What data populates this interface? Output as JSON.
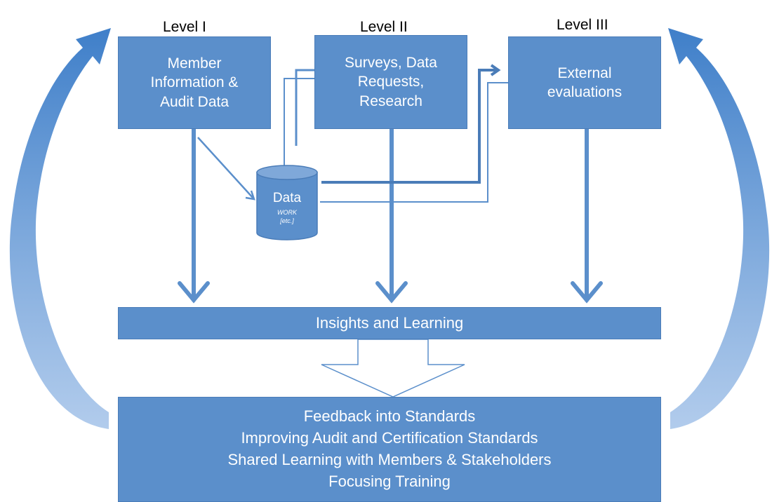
{
  "levels": {
    "level1_label": "Level I",
    "level2_label": "Level II",
    "level3_label": "Level III"
  },
  "boxes": {
    "member_info": "Member\nInformation &\nAudit Data",
    "surveys": "Surveys, Data\nRequests,\nResearch",
    "external": "External\nevaluations"
  },
  "data_store": {
    "label": "Data",
    "sub1": "WORK",
    "sub2": "[etc.]"
  },
  "insights_bar": "Insights and Learning",
  "feedback": {
    "line1": "Feedback into Standards",
    "line2": "Improving Audit and Certification Standards",
    "line3": "Shared Learning with Members & Stakeholders",
    "line4": "Focusing Training"
  },
  "colors": {
    "box_fill": "#5b8fcb",
    "box_border": "#4a7cb8",
    "arrow_blue": "#5b8fcb",
    "curve_blue": "#5b8fcb",
    "label_text": "#000000",
    "box_text": "#ffffff"
  }
}
